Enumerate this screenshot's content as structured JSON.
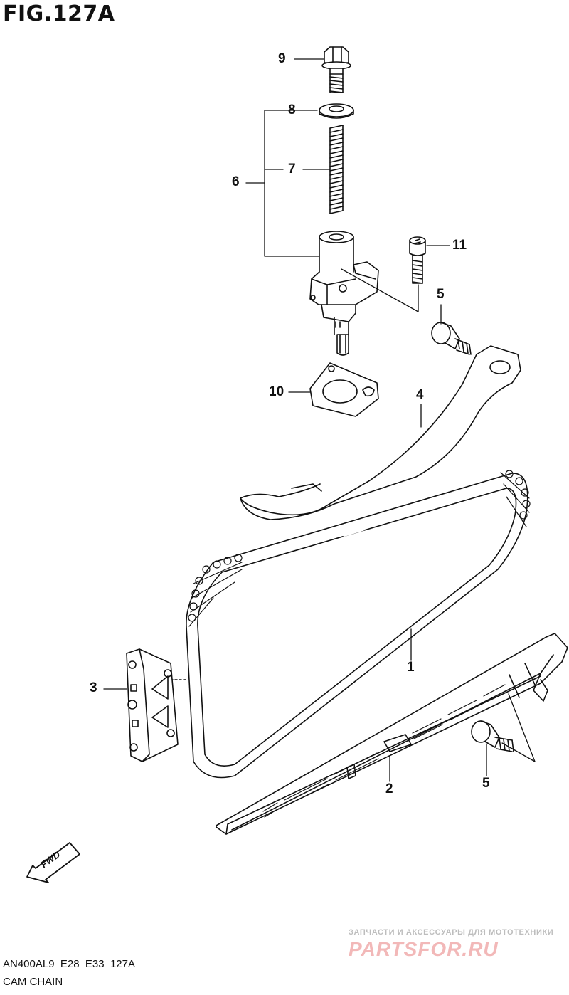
{
  "figure": {
    "title": "FIG.127A"
  },
  "footer": {
    "code": "AN400AL9_E28_E33_127A",
    "caption": "CAM CHAIN"
  },
  "watermark": {
    "line1": "ЗАПЧАСТИ И АКСЕССУАРЫ ДЛЯ МОТОТЕХНИКИ",
    "logo": "PARTSFOR.RU",
    "color": "#f2b8b8"
  },
  "fwd": {
    "label": "FWD"
  },
  "callouts": {
    "c1": "1",
    "c2": "2",
    "c3": "3",
    "c4": "4",
    "c5a": "5",
    "c5b": "5",
    "c6": "6",
    "c7": "7",
    "c8": "8",
    "c9": "9",
    "c10": "10",
    "c11": "11"
  }
}
